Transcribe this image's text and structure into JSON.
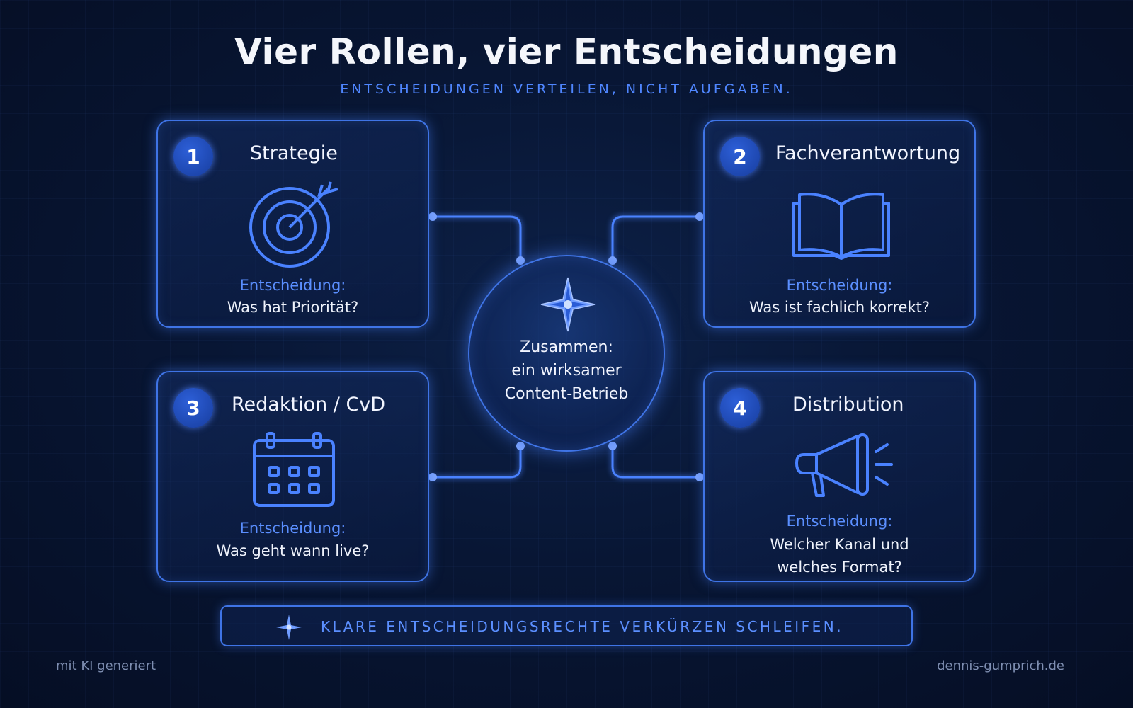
{
  "title": "Vier Rollen, vier Entscheidungen",
  "subtitle": "ENTSCHEIDUNGEN VERTEILEN, NICHT AUFGABEN.",
  "colors": {
    "accent": "#3f74e6",
    "label": "#5b8fff",
    "background": "#081634"
  },
  "roles": [
    {
      "number": "1",
      "title": "Strategie",
      "icon": "target-icon",
      "decision_label": "Entscheidung:",
      "question": "Was hat Priorität?"
    },
    {
      "number": "2",
      "title": "Fachverantwortung",
      "icon": "open-book-icon",
      "decision_label": "Entscheidung:",
      "question": "Was ist fachlich korrekt?"
    },
    {
      "number": "3",
      "title": "Redaktion / CvD",
      "icon": "calendar-icon",
      "decision_label": "Entscheidung:",
      "question": "Was geht wann live?"
    },
    {
      "number": "4",
      "title": "Distribution",
      "icon": "megaphone-icon",
      "decision_label": "Entscheidung:",
      "question_line1": "Welcher Kanal und",
      "question_line2": "welches Format?"
    }
  ],
  "hub": {
    "icon": "compass-star-icon",
    "line1": "Zusammen:",
    "line2": "ein wirksamer",
    "line3": "Content-Betrieb"
  },
  "banner": {
    "icon": "sparkle-icon",
    "text": "KLARE ENTSCHEIDUNGSRECHTE VERKÜRZEN SCHLEIFEN."
  },
  "footer": {
    "left": "mit KI generiert",
    "right": "dennis-gumprich.de"
  }
}
